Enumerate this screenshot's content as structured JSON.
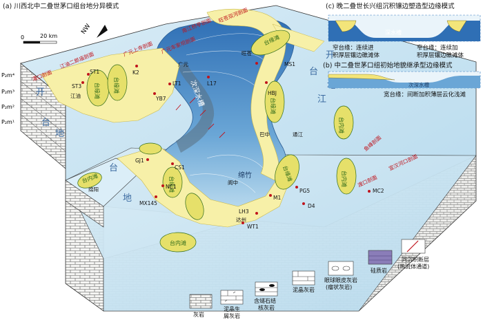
{
  "panels": {
    "a_title": "(a) 川西北中二叠世茅口组台地分异模式",
    "c_title": "(c) 晚二叠世长兴组沉积镶边塑造型边缘模式",
    "b_title": "(b) 中二叠世茅口组初始地貌继承型边缘模式"
  },
  "scale": {
    "zero": "0",
    "dist": "20 km"
  },
  "north": "NW",
  "strata": [
    "P₂m⁴",
    "P₂m³",
    "P₂m²",
    "P₂m¹"
  ],
  "sections": [
    "灌口剖面",
    "江油二郎庙剖面",
    "广元车家坝剖面",
    "南江桥亭剖面",
    "广元上寺剖面",
    "旺苍双河剖面",
    "鱼峰剖面",
    "渡口剖面",
    "宣汉河口剖面"
  ],
  "terms": {
    "shoal": "台缘滩",
    "shoal_short": "台内滩",
    "kaijiang_open": "开",
    "kaijiang": "江",
    "platform_tai": "台",
    "platform_di": "地",
    "trough": "次深水槽",
    "mianzhu": "绵竹",
    "deep_trough": "深水槽",
    "sub_deep_trough": "次深水槽"
  },
  "wells": [
    "ST1",
    "ST3",
    "K2",
    "LT1",
    "YB7",
    "L17",
    "MS1",
    "HBJ",
    "GJ1",
    "CS1",
    "MX145",
    "NC1",
    "M1",
    "PG5",
    "LH3",
    "WT1",
    "D4",
    "MC2",
    "旺苍",
    "通江",
    "巴中",
    "阆中",
    "达州",
    "江油",
    "绵阳",
    "广元"
  ],
  "c_notes": {
    "left": "窄台缘：连续进积厚层镶边礁滩体",
    "right": "窄台缘：连续加积厚层镶边礁滩体"
  },
  "b_note": "宽台缘：间断加积薄层云化浅滩",
  "legend": [
    {
      "label": "灰岩",
      "key": "limestone"
    },
    {
      "label": "泥晶生屑灰岩",
      "key": "micritic-bioclastic"
    },
    {
      "label": "含燧石结核灰岩",
      "key": "chert-nodule"
    },
    {
      "label": "泥晶灰岩",
      "key": "micrite"
    },
    {
      "label": "眼球眼皮灰岩(瘤状灰岩)",
      "key": "nodular"
    },
    {
      "label": "硅质岩",
      "key": "siliceous"
    },
    {
      "label": "同沉积断层(热流体通道)",
      "key": "fault"
    }
  ],
  "colors": {
    "sea": "#cfe6f2",
    "shoal": "#f7f0a8",
    "trough_deep": "#3a7fc0",
    "trough_light": "#a8cde6",
    "block_top": "#e8eaeb",
    "red": "#c0141c",
    "siliceous": "#8a7db8"
  }
}
